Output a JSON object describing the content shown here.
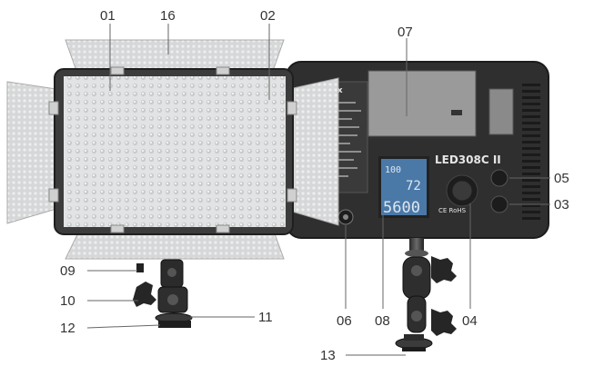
{
  "diagram": {
    "model_name": "LED308C II",
    "brand_fragment": "odox",
    "panel_marks": "CE RoHS",
    "lcd": {
      "row1_left": "100",
      "row2_value": "72",
      "row3_value": "5600"
    },
    "callouts": {
      "c01": "01",
      "c02": "02",
      "c03": "03",
      "c04": "04",
      "c05": "05",
      "c06": "06",
      "c07": "07",
      "c08": "08",
      "c09": "09",
      "c10": "10",
      "c11": "11",
      "c12": "12",
      "c13": "13",
      "c16": "16"
    }
  },
  "colors": {
    "led_face": "#e4e5e6",
    "frame": "#3a3a3a",
    "back_panel": "#303030",
    "barn_door": "#d8d8d8",
    "lcd_screen": "#4a79a8"
  }
}
